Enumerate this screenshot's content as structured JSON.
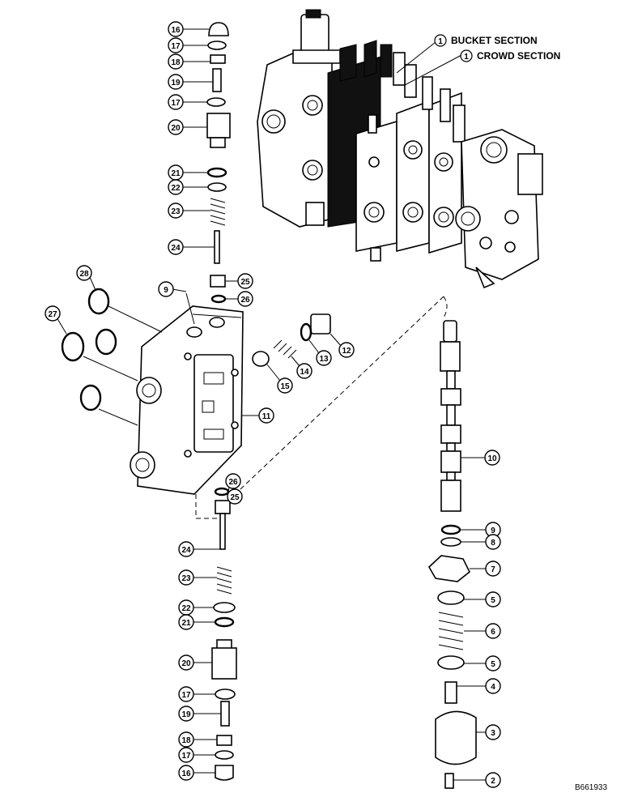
{
  "section_labels": {
    "bucket": "BUCKET SECTION",
    "crowd": "CROWD SECTION",
    "bucket_callout": "1",
    "crowd_callout": "1"
  },
  "figure_number": "B661933",
  "left_column_callouts": [
    "16",
    "17",
    "18",
    "19",
    "17",
    "20",
    "21",
    "22",
    "23",
    "24",
    "25",
    "26",
    "9",
    "28",
    "27",
    "11",
    "12",
    "13",
    "14",
    "15",
    "26",
    "25",
    "24",
    "23",
    "22",
    "21",
    "20",
    "17",
    "19",
    "18",
    "17",
    "16"
  ],
  "right_column_callouts": [
    "10",
    "9",
    "8",
    "7",
    "5",
    "6",
    "5",
    "4",
    "3",
    "2"
  ]
}
